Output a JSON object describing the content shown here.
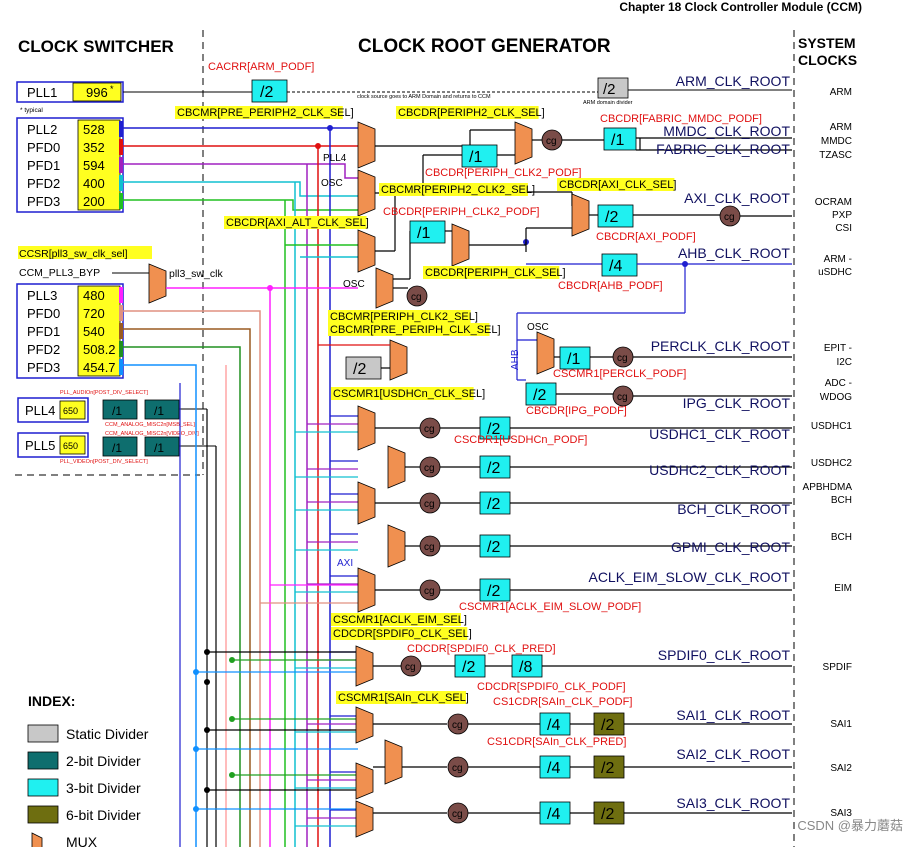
{
  "header": {
    "chapter": "Chapter 18 Clock Controller Module (CCM)",
    "clock_switcher": "CLOCK SWITCHER",
    "clock_root_generator": "CLOCK ROOT GENERATOR",
    "system_clocks_1": "SYSTEM",
    "system_clocks_2": "CLOCKS"
  },
  "plls": {
    "pll1": {
      "name": "PLL1",
      "freq": "996",
      "star": "*",
      "note": "* typical"
    },
    "bank1": [
      {
        "name": "PLL2",
        "freq": "528",
        "color": "#1f1fd0"
      },
      {
        "name": "PFD0",
        "freq": "352",
        "color": "#e01010"
      },
      {
        "name": "PFD1",
        "freq": "594",
        "color": "#a020c0"
      },
      {
        "name": "PFD2",
        "freq": "400",
        "color": "#10c0d0"
      },
      {
        "name": "PFD3",
        "freq": "200",
        "color": "#20c020"
      }
    ],
    "ccsr_label": "CCSR[pll3_sw_clk_sel]",
    "ccm_pll3_byp": "CCM_PLL3_BYP",
    "pll3_sw_clk": "pll3_sw_clk",
    "bank2": [
      {
        "name": "PLL3",
        "freq": "480",
        "color": "#ff20ff"
      },
      {
        "name": "PFD0",
        "freq": "720",
        "color": "#e09080"
      },
      {
        "name": "PFD1",
        "freq": "540",
        "color": "#9a5a20"
      },
      {
        "name": "PFD2",
        "freq": "508.2",
        "color": "#209020"
      },
      {
        "name": "PFD3",
        "freq": "454.7",
        "color": "#1090ff"
      }
    ],
    "pll4": {
      "name": "PLL4",
      "freq": "650",
      "top_label": "PLL_AUDIOn[POST_DIV_SELECT]",
      "bot_label": "CCM_ANALOG_MISC2n[MSB_SEL]"
    },
    "pll5": {
      "name": "PLL5",
      "freq": "650",
      "top_label": "CCM_ANALOG_MISC2n[VIDEO_DIV]",
      "bot_label": "PLL_VIDEOn[POST_DIV_SELECT]"
    },
    "div1": "/1"
  },
  "diagram": {
    "cacrr": "CACRR[ARM_PODF]",
    "div2": "/2",
    "div4": "/4",
    "div8": "/8",
    "div1": "/1",
    "arm_note": "clock source goes to ARM Domain and returns to CCM",
    "arm_domain_divider": "ARM domain divider",
    "cbcmr_pre_periph2": "CBCMR[PRE_PERIPH2_CLK_SEL]",
    "cbcdr_periph2_sel": "CBCDR[PERIPH2_CLK_SEL]",
    "cbcdr_fabric": "CBCDR[FABRIC_MMDC_PODF]",
    "cbcdr_periph_clk2_podf2": "CBCDR[PERIPH_CLK2_PODF]",
    "cbcmr_periph2_clk2": "CBCMR[PERIPH2_CLK2_SEL]",
    "cbcdr_axi_sel": "CBCDR[AXI_CLK_SEL]",
    "cbcdr_axi_alt": "CBCDR[AXI_ALT_CLK_SEL]",
    "cbcdr_periph_clk2_podf": "CBCDR[PERIPH_CLK2_PODF]",
    "cbcdr_axi_podf": "CBCDR[AXI_PODF]",
    "cbcdr_periph_sel": "CBCDR[PERIPH_CLK_SEL]",
    "cbcdr_ahb_podf": "CBCDR[AHB_PODF]",
    "cbcmr_periph_clk2": "CBCMR[PERIPH_CLK2_SEL]",
    "cbcmr_pre_periph": "CBCMR[PRE_PERIPH_CLK_SEL]",
    "cscmr1_perclk": "CSCMR1[PERCLK_PODF]",
    "cbcdr_ipg": "CBCDR[IPG_PODF]",
    "cscmr1_usdhc_sel": "CSCMR1[USDHCn_CLK_SEL]",
    "cscdr1_usdhc_podf": "CSCDR1[USDHCn_PODF]",
    "cscmr1_aclk_podf": "CSCMR1[ACLK_EIM_SLOW_PODF]",
    "cscmr1_aclk_sel": "CSCMR1[ACLK_EIM_SEL]",
    "cdcdr_spdif_sel": "CDCDR[SPDIF0_CLK_SEL]",
    "cdcdr_spdif_pred": "CDCDR[SPDIF0_CLK_PRED]",
    "cdcdr_spdif_podf": "CDCDR[SPDIF0_CLK_PODF]",
    "cscmr1_sai_sel": "CSCMR1[SAIn_CLK_SEL]",
    "cs1cdr_sai_podf": "CS1CDR[SAIn_CLK_PODF]",
    "cs1cdr_sai_pred": "CS1CDR[SAIn_CLK_PRED]",
    "pll4_mux": "PLL4",
    "osc": "OSC",
    "axi": "AXI",
    "ahb": "AHB",
    "cg": "cg"
  },
  "roots": [
    {
      "name": "ARM_CLK_ROOT",
      "dest": [
        "ARM"
      ]
    },
    {
      "name": "MMDC_CLK_ROOT",
      "dest": [
        "ARM",
        "MMDC"
      ]
    },
    {
      "name": "FABRIC_CLK_ROOT",
      "dest": [
        "TZASC"
      ]
    },
    {
      "name": "AXI_CLK_ROOT",
      "dest": [
        "OCRAM",
        "PXP",
        "CSI"
      ]
    },
    {
      "name": "AHB_CLK_ROOT",
      "dest": [
        "ARM -",
        "uSDHC"
      ]
    },
    {
      "name": "PERCLK_CLK_ROOT",
      "dest": [
        "EPIT -",
        "I2C"
      ]
    },
    {
      "name": "IPG_CLK_ROOT",
      "dest": [
        "ADC -",
        "WDOG"
      ]
    },
    {
      "name": "USDHC1_CLK_ROOT",
      "dest": [
        "USDHC1"
      ]
    },
    {
      "name": "USDHC2_CLK_ROOT",
      "dest": [
        "USDHC2"
      ]
    },
    {
      "name": "BCH_CLK_ROOT",
      "dest": [
        "APBHDMA",
        "BCH"
      ]
    },
    {
      "name": "GPMI_CLK_ROOT",
      "dest": [
        "BCH"
      ]
    },
    {
      "name": "ACLK_EIM_SLOW_CLK_ROOT",
      "dest": [
        "EIM"
      ]
    },
    {
      "name": "SPDIF0_CLK_ROOT",
      "dest": [
        "SPDIF"
      ]
    },
    {
      "name": "SAI1_CLK_ROOT",
      "dest": [
        "SAI1"
      ]
    },
    {
      "name": "SAI2_CLK_ROOT",
      "dest": [
        "SAI2"
      ]
    },
    {
      "name": "SAI3_CLK_ROOT",
      "dest": [
        "SAI3"
      ]
    }
  ],
  "index": {
    "title": "INDEX:",
    "items": [
      {
        "label": "Static Divider",
        "color": "#c8c8c8"
      },
      {
        "label": "2-bit Divider",
        "color": "#0e6e6e"
      },
      {
        "label": "3-bit Divider",
        "color": "#20f0f0"
      },
      {
        "label": "6-bit Divider",
        "color": "#6e6e10"
      },
      {
        "label": "MUX",
        "color": "#f09050"
      }
    ]
  },
  "watermark": "CSDN @暴力蘑菇"
}
